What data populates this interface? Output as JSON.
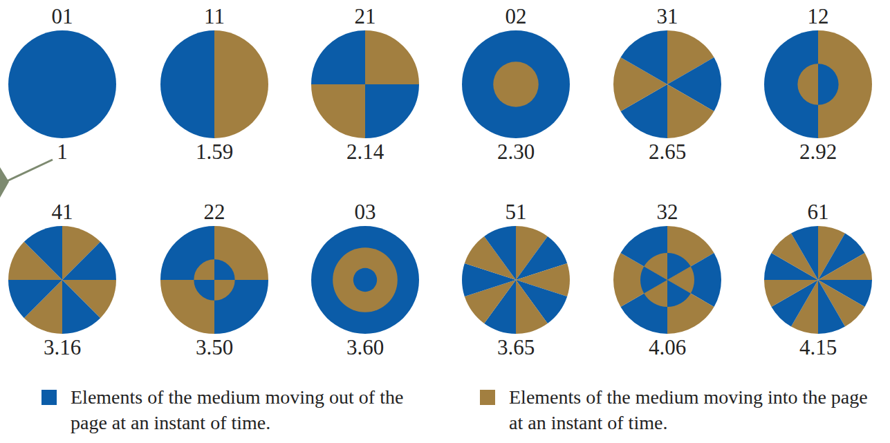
{
  "diagram": {
    "nodes": [
      {
        "text": [
          "01",
          "1"
        ]
      },
      {
        "text": [
          "11",
          "1.59"
        ]
      },
      {
        "text": [
          "21",
          "2.14"
        ]
      },
      {
        "text": [
          "02",
          "2.30"
        ]
      },
      {
        "text": [
          "31",
          "2.65"
        ]
      },
      {
        "text": [
          "12",
          "2.92"
        ]
      },
      {
        "text": [
          "41",
          "3.16"
        ]
      },
      {
        "text": [
          "22",
          "3.50"
        ]
      },
      {
        "text": [
          "03",
          "3.60"
        ]
      },
      {
        "text": [
          "51",
          "3.65"
        ]
      },
      {
        "text": [
          "32",
          "4.06"
        ]
      },
      {
        "text": [
          "61",
          "4.15"
        ]
      }
    ],
    "legend": [
      {
        "text": "Elements of the medium moving out of the page at an instant of time.",
        "color": "#0b5ca8"
      },
      {
        "text": "Elements of the medium moving into the page at an instant of time.",
        "color": "#a27f40"
      }
    ]
  }
}
